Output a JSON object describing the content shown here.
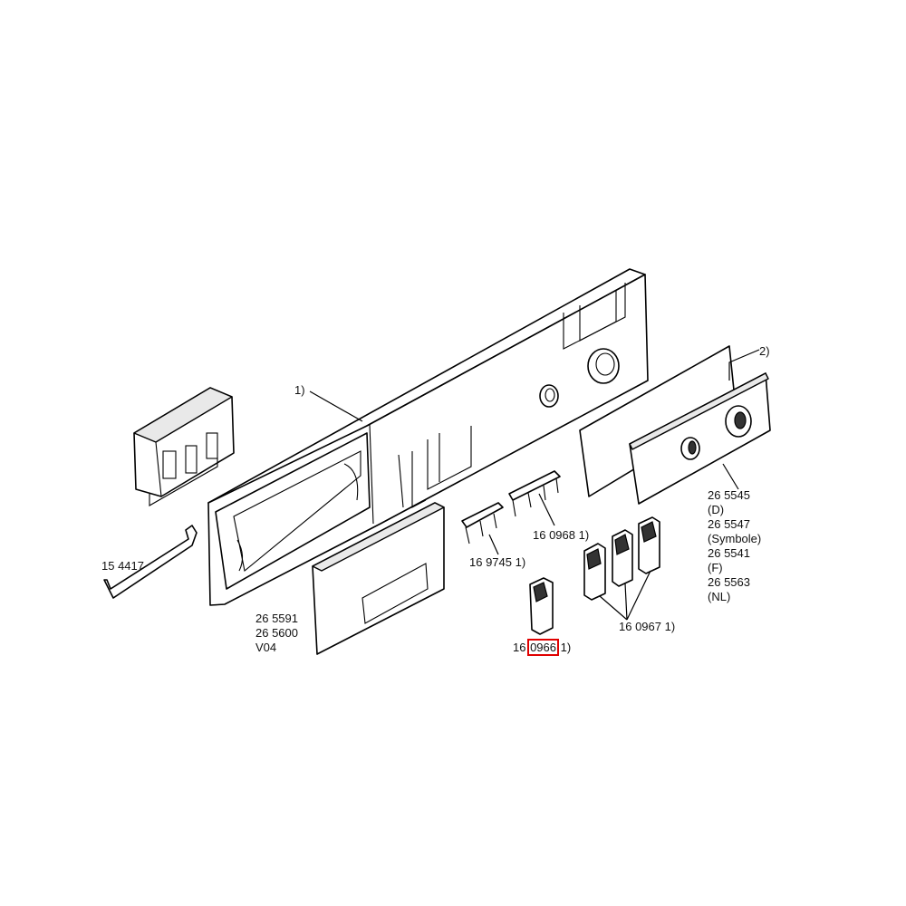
{
  "callouts": {
    "ref1": "1)",
    "ref2": "2)"
  },
  "labels": {
    "handle": "15 4417",
    "fascia_lines": [
      "26 5591",
      "26 5600",
      "V04"
    ],
    "clip_left": "16 9745 1)",
    "clip_right": "16 0968 1)",
    "panel_lines": [
      "26 5545",
      "(D)",
      "26 5547",
      "(Symbole)",
      "26 5541",
      "(F)",
      "26 5563",
      "(NL)"
    ],
    "buttons": "16 0967 1)",
    "single_button": {
      "prefix": "16 ",
      "highlight": "0966",
      "suffix": " 1)"
    }
  },
  "highlight_color": "#e00000"
}
